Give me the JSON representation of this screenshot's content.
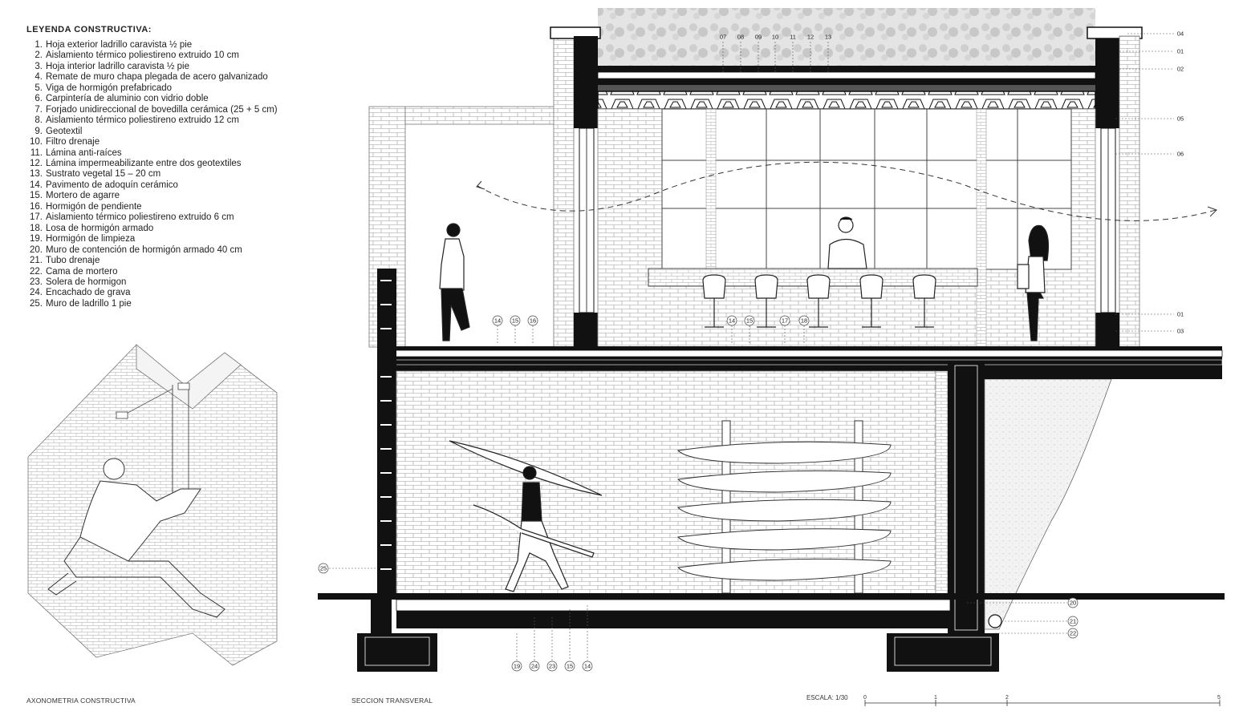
{
  "legend": {
    "title": "LEYENDA CONSTRUCTIVA:",
    "items": [
      {
        "num": "1.",
        "text": "Hoja exterior ladrillo caravista ½ pie"
      },
      {
        "num": "2.",
        "text": "Aislamiento térmico poliestireno extruido 10 cm"
      },
      {
        "num": "3.",
        "text": "Hoja interior ladrillo caravista ½ pie"
      },
      {
        "num": "4.",
        "text": "Remate de muro chapa plegada de acero galvanizado"
      },
      {
        "num": "5.",
        "text": "Viga de hormigón prefabricado"
      },
      {
        "num": "6.",
        "text": "Carpintería de aluminio con vidrio doble"
      },
      {
        "num": "7.",
        "text": "Forjado unidireccional de bovedilla cerámica (25 + 5 cm)"
      },
      {
        "num": "8.",
        "text": "Aislamiento térmico poliestireno extruido 12 cm"
      },
      {
        "num": "9.",
        "text": "Geotextil"
      },
      {
        "num": "10.",
        "text": "Filtro drenaje"
      },
      {
        "num": "11.",
        "text": "Lámina anti-raíces"
      },
      {
        "num": "12.",
        "text": "Lámina impermeabilizante entre dos geotextiles"
      },
      {
        "num": "13.",
        "text": "Sustrato vegetal 15 – 20 cm"
      },
      {
        "num": "14.",
        "text": "Pavimento de adoquín cerámico"
      },
      {
        "num": "15.",
        "text": "Mortero de agarre"
      },
      {
        "num": "16.",
        "text": "Hormigón de pendiente"
      },
      {
        "num": "17.",
        "text": "Aislamiento térmico poliestireno extruido 6 cm"
      },
      {
        "num": "18.",
        "text": "Losa de hormigón armado"
      },
      {
        "num": "19.",
        "text": "Hormigón de limpieza"
      },
      {
        "num": "20.",
        "text": "Muro de contención de hormigón armado 40 cm"
      },
      {
        "num": "21.",
        "text": "Tubo drenaje"
      },
      {
        "num": "22.",
        "text": "Cama de mortero"
      },
      {
        "num": "23.",
        "text": "Solera de hormigon"
      },
      {
        "num": "24.",
        "text": "Encachado de grava"
      },
      {
        "num": "25.",
        "text": "Muro de ladrillo 1 pie"
      }
    ]
  },
  "captions": {
    "axonometry": "AXONOMETRIA CONSTRUCTIVA",
    "section": "SECCION TRANSVERAL"
  },
  "scale": {
    "label": "ESCALA: 1/30",
    "ticks": [
      "0",
      "1",
      "2",
      "5"
    ]
  },
  "markers": {
    "roof_top": [
      "07",
      "08",
      "09",
      "10",
      "11",
      "12",
      "13"
    ],
    "right_side": [
      "04",
      "01",
      "02",
      "05",
      "06",
      "01",
      "03"
    ],
    "floor_left": [
      "14",
      "15",
      "16"
    ],
    "floor_center": [
      "14",
      "15",
      "17",
      "18"
    ],
    "bottom": [
      "19",
      "24",
      "23",
      "15",
      "14"
    ],
    "lower_right": [
      "20",
      "21",
      "22"
    ],
    "left_wall": "25"
  },
  "colors": {
    "ink": "#111111",
    "line": "#555555",
    "hatch": "#999999",
    "soil": "#f2f2f2"
  }
}
